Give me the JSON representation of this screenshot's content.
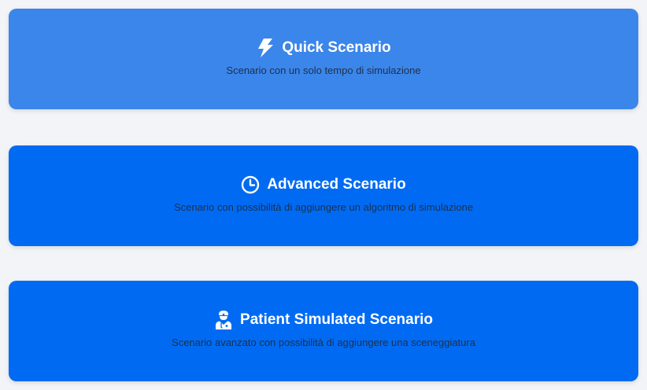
{
  "colors": {
    "background": "#f3f4f7",
    "quick_card": "#3b86ea",
    "primary_card": "#006bf2",
    "title_text": "#ffffff",
    "subtitle_text": "#1d2f4f"
  },
  "cards": [
    {
      "icon": "lightning-bolt-icon",
      "title": "Quick Scenario",
      "subtitle": "Scenario con un solo tempo di simulazione"
    },
    {
      "icon": "clock-icon",
      "title": "Advanced Scenario",
      "subtitle": "Scenario con possibilità di aggiungere un algoritmo di simulazione"
    },
    {
      "icon": "doctor-icon",
      "title": "Patient Simulated Scenario",
      "subtitle": "Scenario avanzato con possibilità di aggiungere una sceneggiatura"
    }
  ]
}
